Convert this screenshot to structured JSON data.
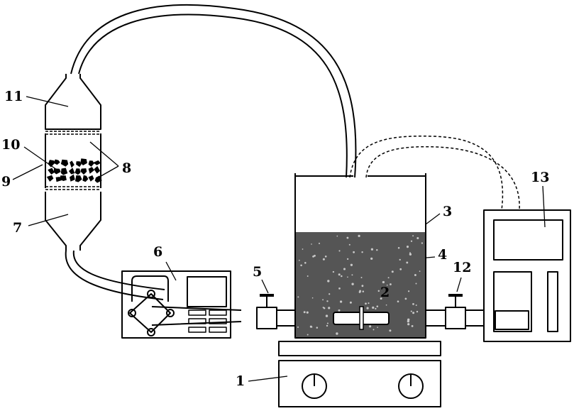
{
  "colors": {
    "line": "#000000",
    "liquid": "#555555",
    "bubble": "#c8c8c8",
    "background": "#ffffff"
  },
  "labels": [
    {
      "id": "1",
      "text": "1"
    },
    {
      "id": "2",
      "text": "2"
    },
    {
      "id": "3",
      "text": "3"
    },
    {
      "id": "4",
      "text": "4"
    },
    {
      "id": "5",
      "text": "5"
    },
    {
      "id": "6",
      "text": "6"
    },
    {
      "id": "7",
      "text": "7"
    },
    {
      "id": "8",
      "text": "8"
    },
    {
      "id": "9",
      "text": "9"
    },
    {
      "id": "10",
      "text": "10"
    },
    {
      "id": "11",
      "text": "11"
    },
    {
      "id": "12",
      "text": "12"
    },
    {
      "id": "13",
      "text": "13"
    }
  ]
}
